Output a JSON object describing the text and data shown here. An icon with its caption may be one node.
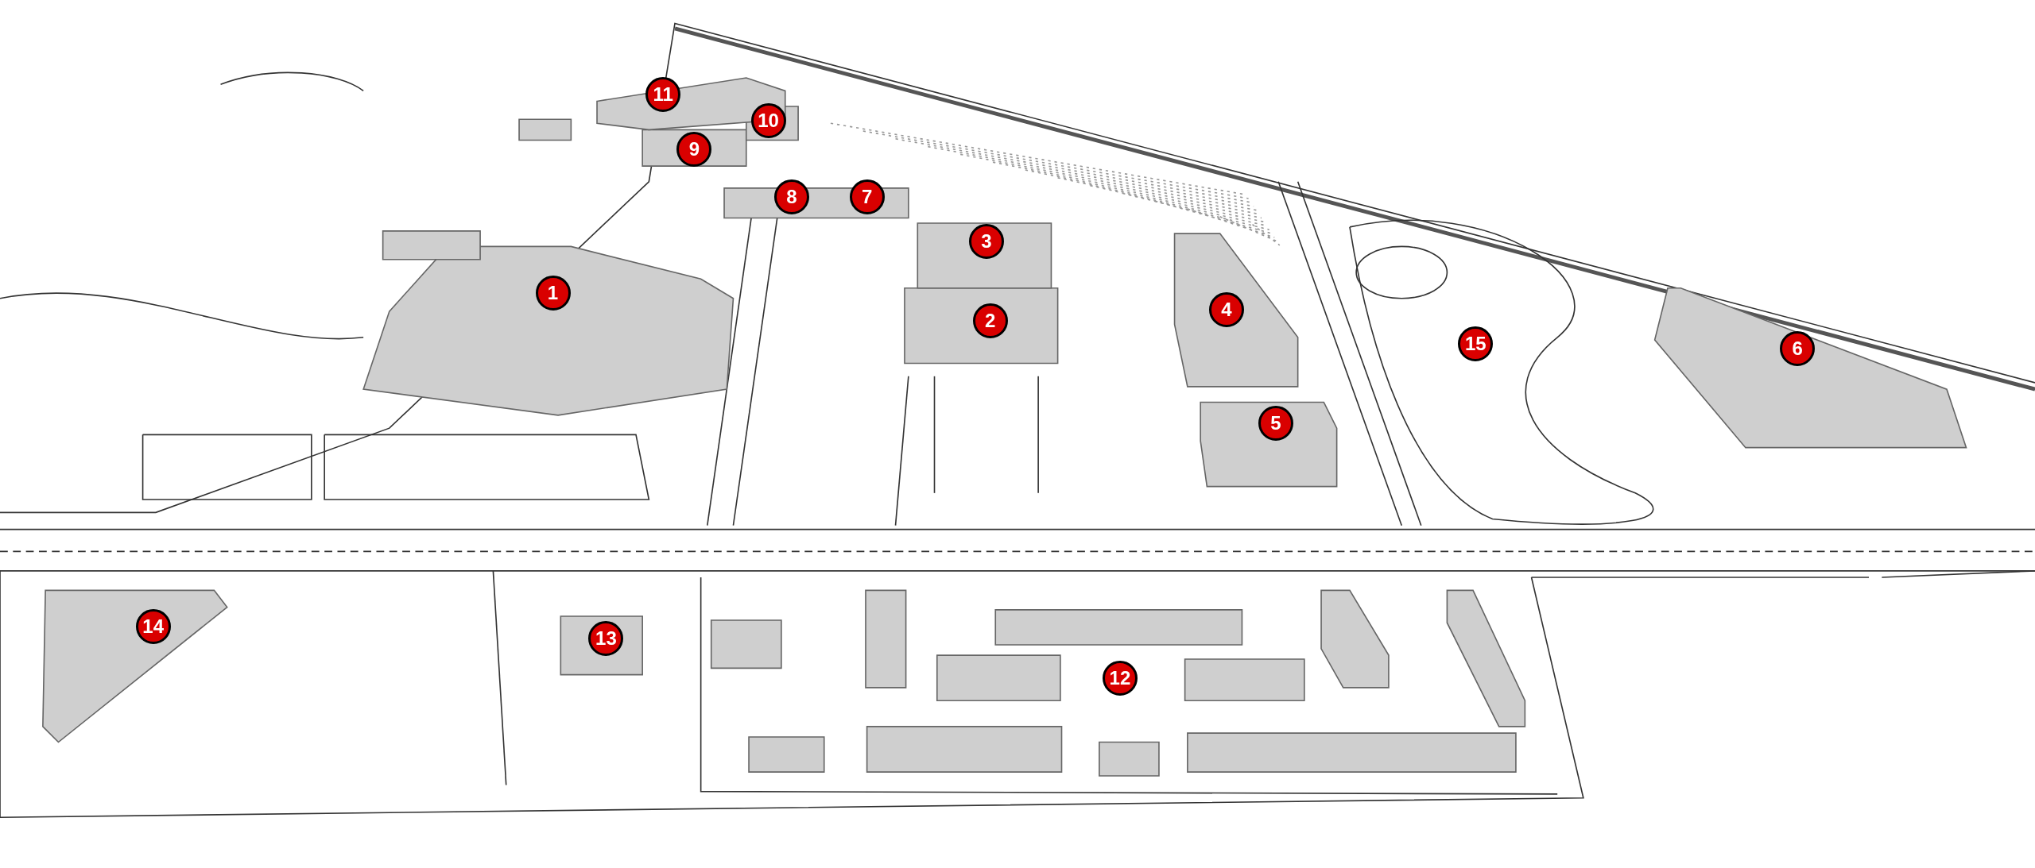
{
  "diagram": {
    "labels": [
      "11",
      "10",
      "9",
      "8",
      "7",
      "3",
      "1",
      "4",
      "2",
      "15",
      "6",
      "5",
      "14",
      "13",
      "12"
    ]
  }
}
